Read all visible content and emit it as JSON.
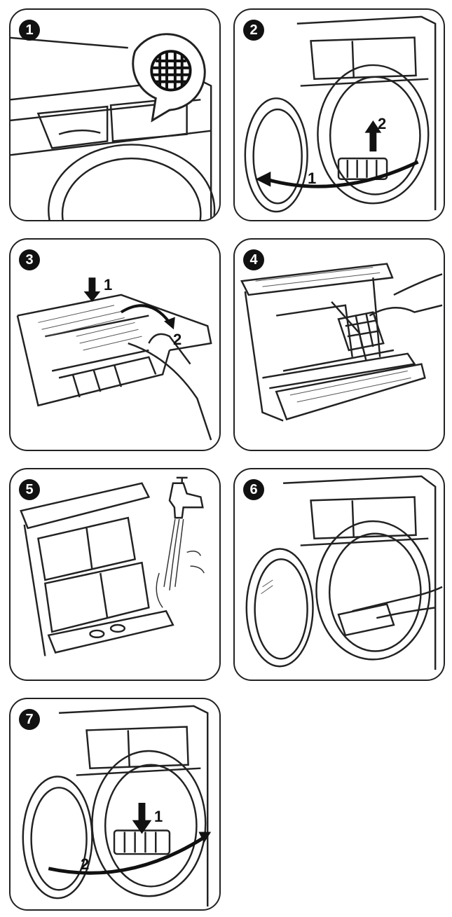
{
  "steps": [
    {
      "number": "1"
    },
    {
      "number": "2",
      "callouts": [
        "1",
        "2"
      ]
    },
    {
      "number": "3",
      "callouts": [
        "1",
        "2"
      ]
    },
    {
      "number": "4"
    },
    {
      "number": "5"
    },
    {
      "number": "6"
    },
    {
      "number": "7",
      "callouts": [
        "1",
        "2"
      ]
    }
  ],
  "icons": {
    "step1": "filter-grid-callout-icon",
    "step2": "open-door-lift-filter",
    "step3": "press-release-open-filter",
    "step4": "remove-inner-mesh",
    "step5": "rinse-under-tap",
    "step6": "clean-filter-housing",
    "step7": "reinsert-filter-close-door"
  }
}
